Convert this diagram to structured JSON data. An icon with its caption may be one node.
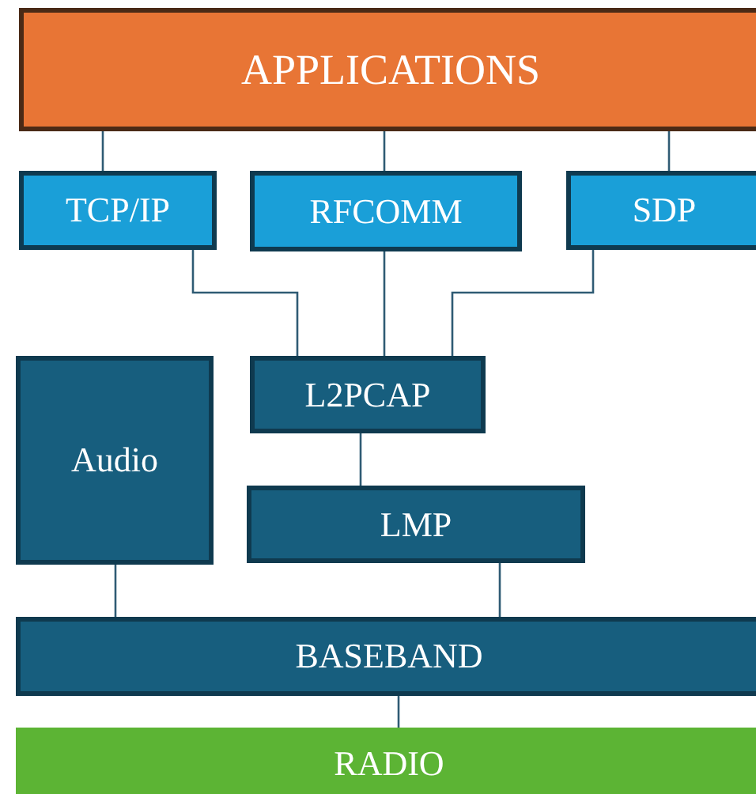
{
  "diagram": {
    "nodes": [
      {
        "text": [
          "APPLICATIONS"
        ]
      },
      {
        "text": [
          "TCP/IP"
        ]
      },
      {
        "text": [
          "RFCOMM"
        ]
      },
      {
        "text": [
          "SDP"
        ]
      },
      {
        "text": [
          "Audio"
        ]
      },
      {
        "text": [
          "L2PCAP"
        ]
      },
      {
        "text": [
          "LMP"
        ]
      },
      {
        "text": [
          "BASEBAND"
        ]
      },
      {
        "text": [
          "RADIO"
        ]
      }
    ],
    "edges": [
      {
        "from": 0,
        "to": 1,
        "arrow": "none"
      },
      {
        "from": 0,
        "to": 2,
        "arrow": "none"
      },
      {
        "from": 0,
        "to": 3,
        "arrow": "none"
      },
      {
        "from": 1,
        "to": 5,
        "arrow": "none"
      },
      {
        "from": 2,
        "to": 5,
        "arrow": "none"
      },
      {
        "from": 3,
        "to": 5,
        "arrow": "none"
      },
      {
        "from": 5,
        "to": 6,
        "arrow": "none"
      },
      {
        "from": 4,
        "to": 7,
        "arrow": "none"
      },
      {
        "from": 6,
        "to": 7,
        "arrow": "none"
      },
      {
        "from": 7,
        "to": 8,
        "arrow": "none"
      }
    ]
  }
}
